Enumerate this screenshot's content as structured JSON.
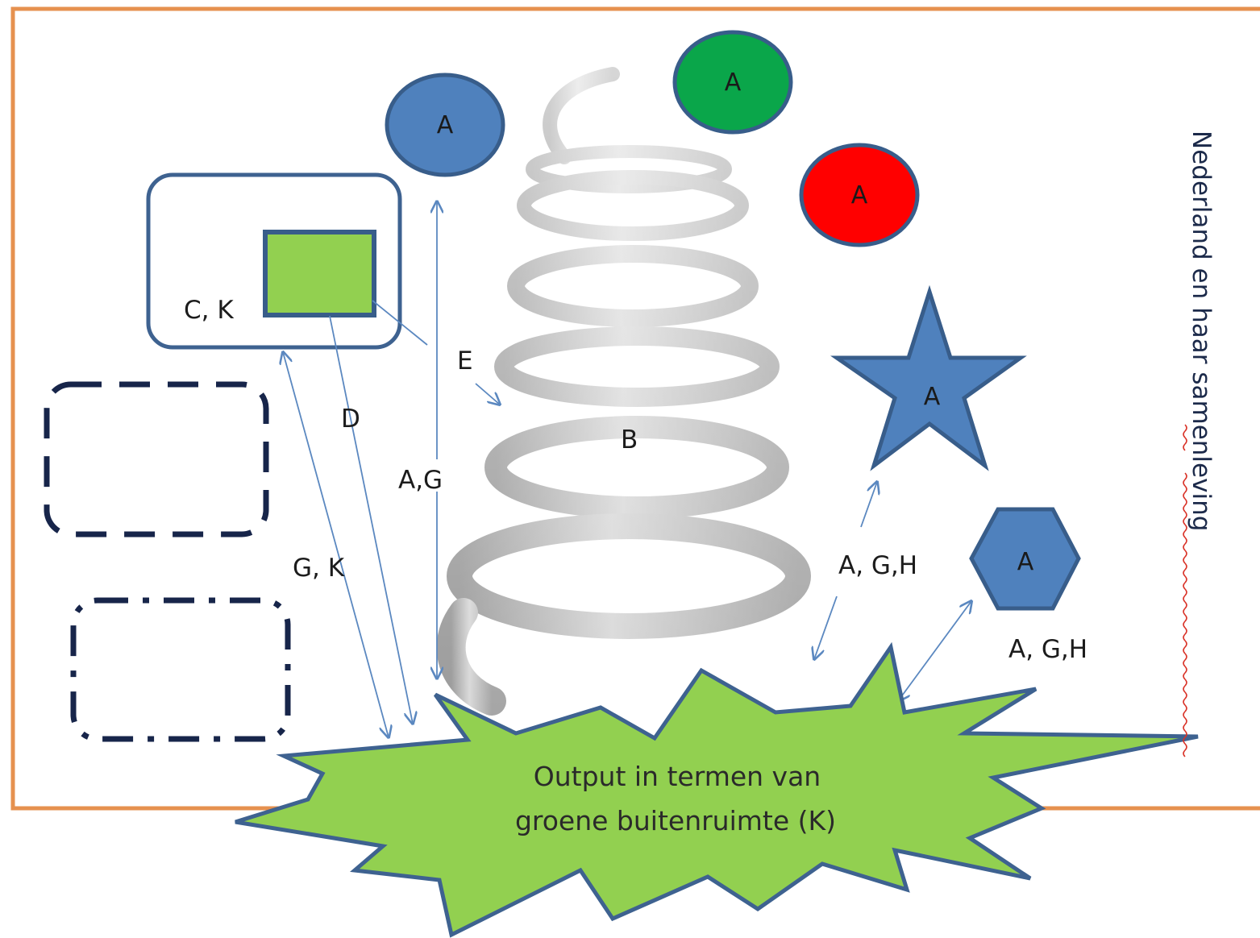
{
  "labels": {
    "a_top_blue": "A",
    "a_green": "A",
    "a_red": "A",
    "a_star": "A",
    "a_hexagon": "A",
    "ck": "C, K",
    "e": "E",
    "d": "D",
    "b": "B",
    "ag": "A,G",
    "gk": "G, K",
    "agh_star": "A, G,H",
    "agh_hex": "A, G,H"
  },
  "output": {
    "line1": "Output in termen  van",
    "line2": "groene buitenruimte (K)"
  },
  "side_title": "Nederland en haar samenleving",
  "colors": {
    "frame": "#e6914f",
    "blue_shape": "#4f81bd",
    "blue_border": "#385d8a",
    "green_circle": "#0aa64a",
    "red_circle": "#ff0000",
    "light_green": "#92d050",
    "dark_navy": "#17254a",
    "arrow": "#5b88c0",
    "spring": "#b8b8b8"
  }
}
